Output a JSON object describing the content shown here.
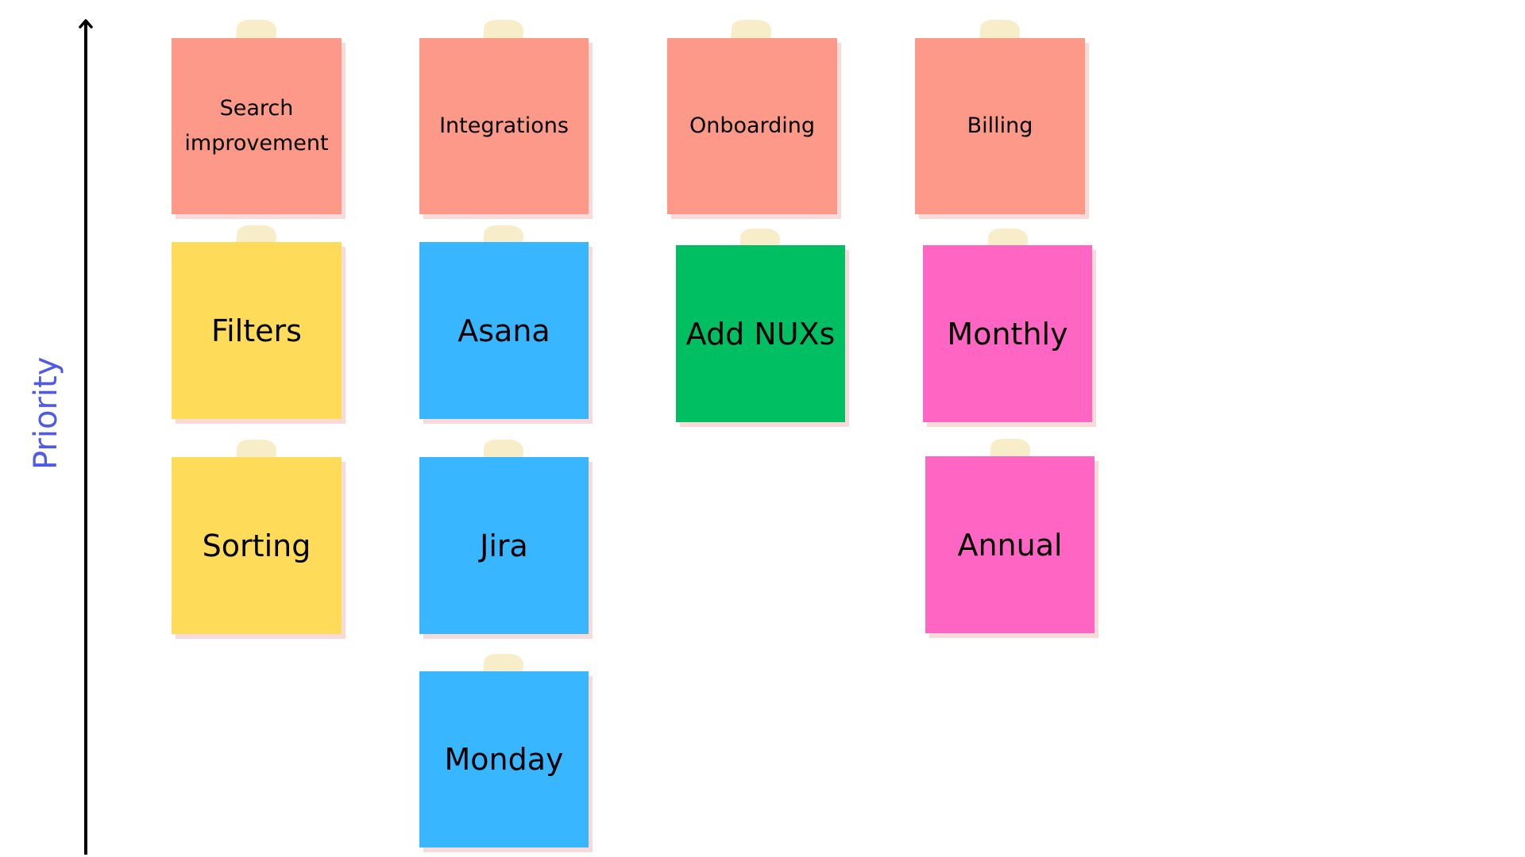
{
  "axis": {
    "label": "Priority",
    "label_color": "#4F5BE8",
    "direction": "up"
  },
  "colors": {
    "salmon": "#FC9989",
    "yellow": "#FEDB58",
    "blue": "#38B6FF",
    "green": "#00BF63",
    "pink": "#FF66C4",
    "tape": "#F6EDC4"
  },
  "columns": [
    {
      "header": "Search improvement",
      "items": [
        "Filters",
        "Sorting"
      ]
    },
    {
      "header": "Integrations",
      "items": [
        "Asana",
        "Jira",
        "Monday"
      ]
    },
    {
      "header": "Onboarding",
      "items": [
        "Add NUXs"
      ]
    },
    {
      "header": "Billing",
      "items": [
        "Monthly",
        "Annual"
      ]
    }
  ]
}
